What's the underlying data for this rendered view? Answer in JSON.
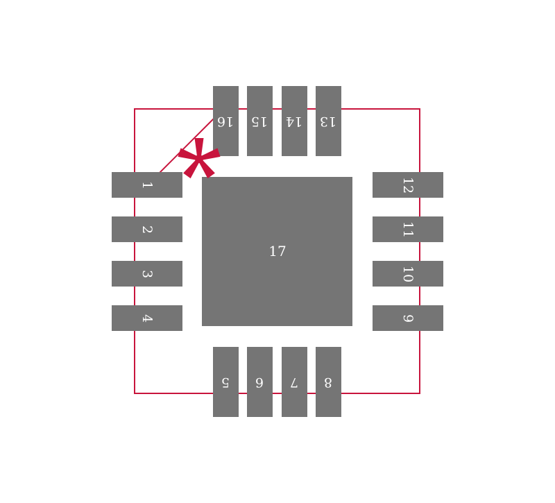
{
  "colors": {
    "pad": "#757575",
    "outline": "#c8143c",
    "pin1_marker": "#c8143c",
    "label": "#ffffff",
    "background": "#ffffff"
  },
  "outline": {
    "pin1_chamfer": true,
    "pin1_marker_glyph": "*"
  },
  "pads": {
    "left": [
      "1",
      "2",
      "3",
      "4"
    ],
    "bottom": [
      "5",
      "6",
      "7",
      "8"
    ],
    "right": [
      "9",
      "10",
      "11",
      "12"
    ],
    "top": [
      "13",
      "14",
      "15",
      "16"
    ],
    "center": "17"
  }
}
